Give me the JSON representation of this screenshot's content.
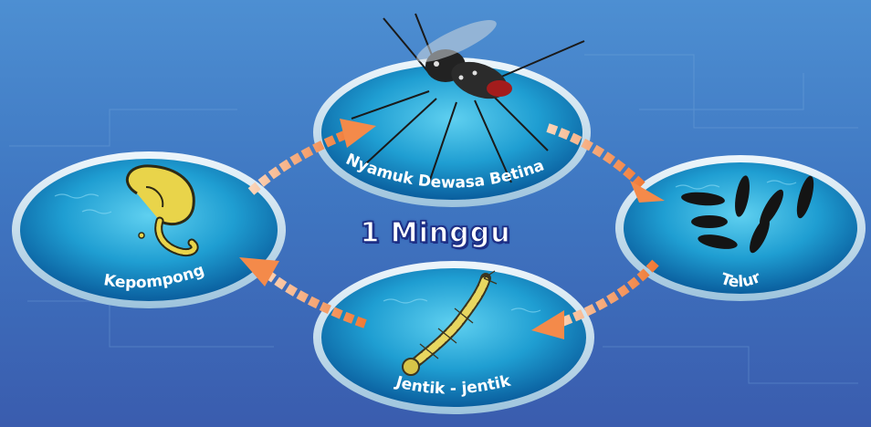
{
  "diagram": {
    "center_label": "1 Minggu",
    "stages": {
      "adult": "Nyamuk Dewasa Betina",
      "egg": "Telur",
      "larva": "Jentik - jentik",
      "pupa": "Kepompong"
    }
  },
  "colors": {
    "background_top": "#4d8fd2",
    "background_bottom": "#3a5cae",
    "oval_fill": "#2aa6d6",
    "oval_rim": "#cfe3f2",
    "arrow": "#f48a4a",
    "center_text_outline": "#1d2f86"
  },
  "icons": {
    "adult": "mosquito-icon",
    "egg": "eggs-icon",
    "larva": "larva-icon",
    "pupa": "pupa-icon"
  }
}
